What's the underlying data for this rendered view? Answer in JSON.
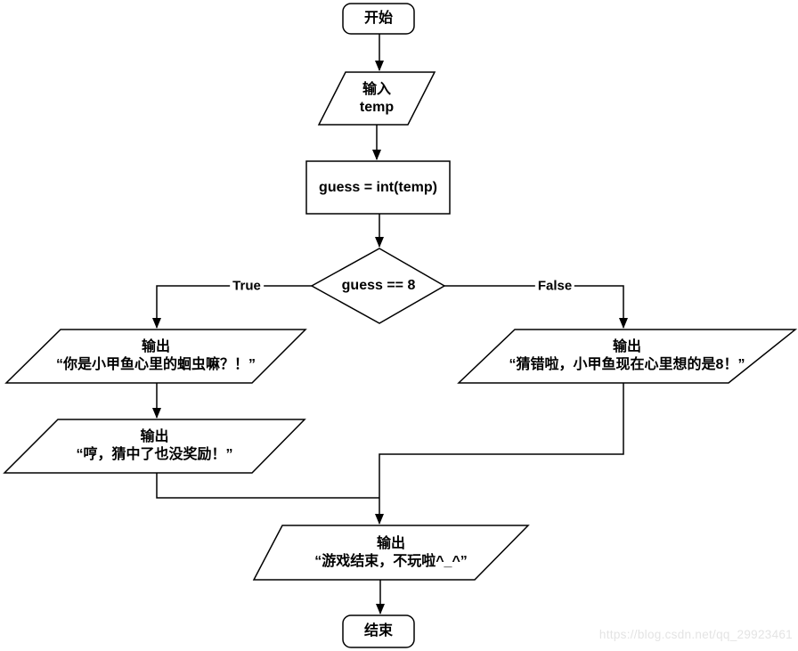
{
  "diagram": {
    "title_hint": "guess-number game flowchart",
    "colors": {
      "stroke": "#000000",
      "shape_fill": "#ffffff",
      "text": "#000000",
      "watermark": "#e4e4e4"
    },
    "nodes": {
      "start": {
        "type": "terminator",
        "label": "开始"
      },
      "input_temp": {
        "type": "parallelogram",
        "line1": "输入",
        "line2": "temp"
      },
      "process_guess": {
        "type": "process",
        "label": "guess = int(temp)"
      },
      "decision_guess": {
        "type": "decision",
        "label": "guess == 8"
      },
      "output_right_guess": {
        "type": "parallelogram",
        "line1": "输出",
        "line2": "“你是小甲鱼心里的蛔虫嘛？！”"
      },
      "output_no_reward": {
        "type": "parallelogram",
        "line1": "输出",
        "line2": "“哼，猜中了也没奖励！”"
      },
      "output_wrong_guess": {
        "type": "parallelogram",
        "line1": "输出",
        "line2": "“猜错啦，小甲鱼现在心里想的是8！”"
      },
      "output_game_over": {
        "type": "parallelogram",
        "line1": "输出",
        "line2": "“游戏结束，不玩啦^_^”"
      },
      "end": {
        "type": "terminator",
        "label": "结束"
      }
    },
    "edge_labels": {
      "true_branch": "True",
      "false_branch": "False"
    }
  },
  "watermark": {
    "text": "https://blog.csdn.net/qq_29923461"
  }
}
